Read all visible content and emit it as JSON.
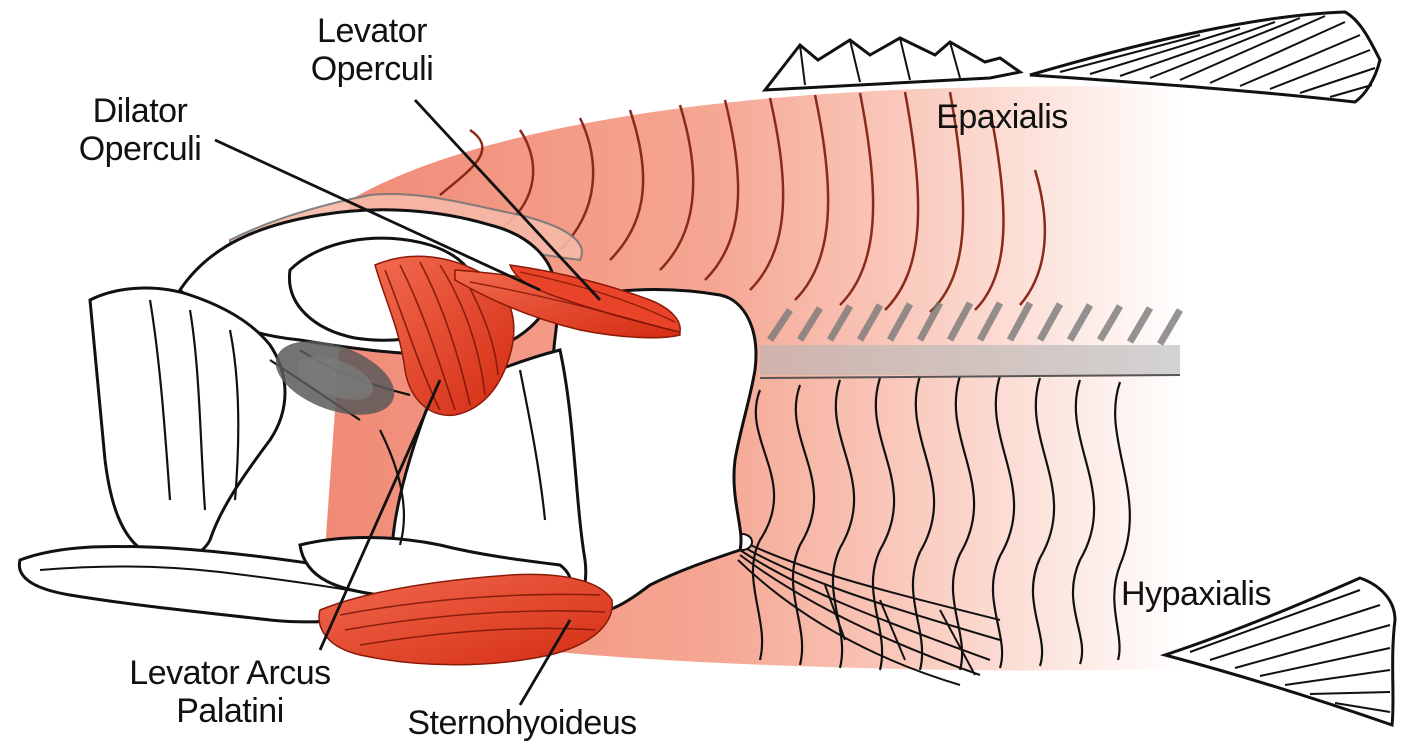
{
  "labels": {
    "levator_operculi": {
      "line1": "Levator",
      "line2": "Operculi"
    },
    "dilator_operculi": {
      "line1": "Dilator",
      "line2": "Operculi"
    },
    "epaxialis": "Epaxialis",
    "hypaxialis": "Hypaxialis",
    "levator_arcus_palatini": {
      "line1": "Levator Arcus",
      "line2": "Palatini"
    },
    "sternohyoideus": "Sternohyoideus"
  },
  "colors": {
    "muscle_red": "#e23b22",
    "muscle_dark": "#c92a14",
    "body_pink": "#f4a18e",
    "body_fade": "#fde8e2",
    "myosepta": "#8a2a1a",
    "outline": "#111111",
    "spine_gray": "#8c8c8c"
  }
}
